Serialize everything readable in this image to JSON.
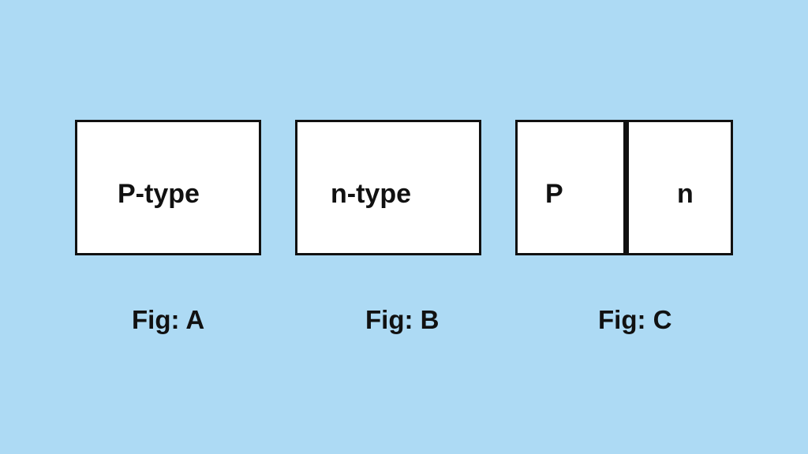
{
  "figures": [
    {
      "box_labels": [
        "P-type"
      ],
      "caption": "Fig: A"
    },
    {
      "box_labels": [
        "n-type"
      ],
      "caption": "Fig: B"
    },
    {
      "box_labels": [
        "P",
        "n"
      ],
      "caption": "Fig: C"
    }
  ],
  "colors": {
    "background": "#addaf4",
    "box_fill": "#ffffff",
    "stroke": "#111111",
    "text": "#111111"
  }
}
